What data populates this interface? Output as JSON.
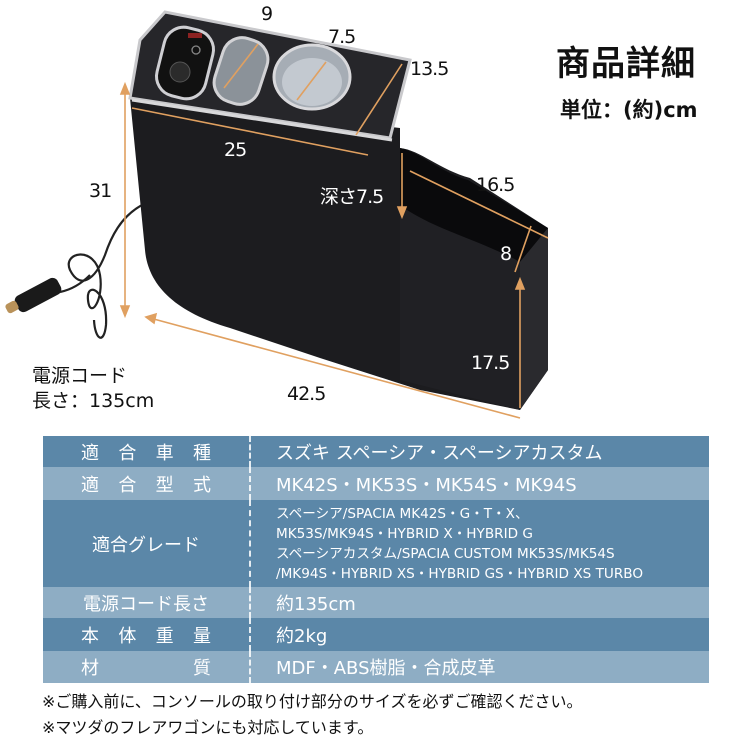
{
  "header": {
    "title": "商品詳細",
    "unit": "単位：(約)cm"
  },
  "dimensions": {
    "slot_width": "9",
    "cup_diameter": "7.5",
    "top_depth": "13.5",
    "top_width": "25",
    "height": "31",
    "pocket_depth": "深さ7.5",
    "pocket_length": "16.5",
    "pocket_width": "8",
    "front_height": "17.5",
    "total_length": "42.5"
  },
  "cord_note": {
    "line1": "電源コード",
    "line2": "長さ：135cm"
  },
  "colors": {
    "row_dark": "#5b87a8",
    "row_light": "#8eadc4",
    "dimension_line": "#e0a060",
    "body": "#1c1c1f"
  },
  "spec_table": {
    "rows": [
      {
        "label": [
          "適",
          "合",
          "車",
          "種"
        ],
        "value": "スズキ スペーシア・スペーシアカスタム"
      },
      {
        "label": [
          "適",
          "合",
          "型",
          "式"
        ],
        "value": "MK42S・MK53S・MK54S・MK94S"
      },
      {
        "label": "適合グレード",
        "value_lines": [
          "スペーシア/SPACIA MK42S・G・T・X、",
          "MK53S/MK94S・HYBRID X・HYBRID G",
          "スペーシアカスタム/SPACIA CUSTOM MK53S/MK54S",
          "/MK94S・HYBRID XS・HYBRID GS・HYBRID XS TURBO"
        ]
      },
      {
        "label": "電源コード長さ",
        "value": "約135cm"
      },
      {
        "label": [
          "本",
          "体",
          "重",
          "量"
        ],
        "value": "約2kg"
      },
      {
        "label": [
          "材",
          "質"
        ],
        "value": "MDF・ABS樹脂・合成皮革"
      }
    ]
  },
  "notes": [
    "※ご購入前に、コンソールの取り付け部分のサイズを必ずご確認ください。",
    "※マツダのフレアワゴンにも対応しています。"
  ]
}
